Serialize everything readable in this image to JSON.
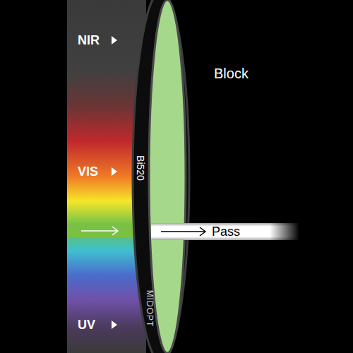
{
  "diagram": {
    "labels": [
      "NIR",
      "Block",
      "VIS",
      "Bi520",
      "Pass",
      "MIDOPT",
      "UV"
    ]
  }
}
